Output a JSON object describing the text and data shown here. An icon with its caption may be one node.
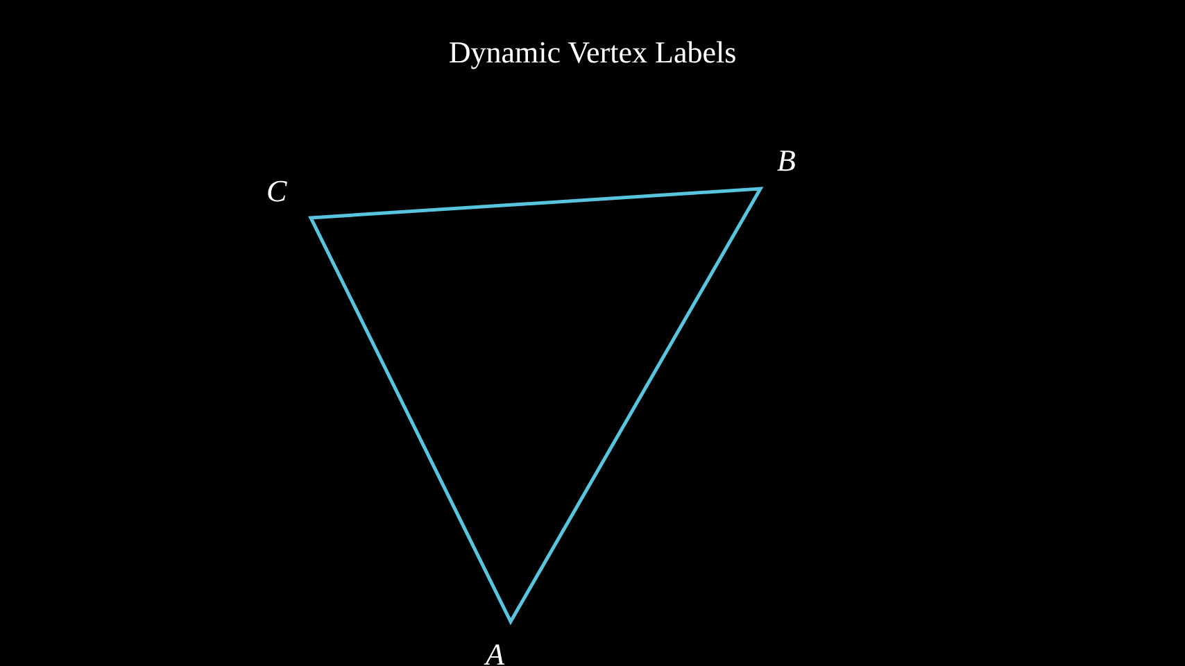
{
  "diagram": {
    "title": "Dynamic Vertex Labels",
    "labels": [
      "C",
      "B",
      "A"
    ]
  }
}
